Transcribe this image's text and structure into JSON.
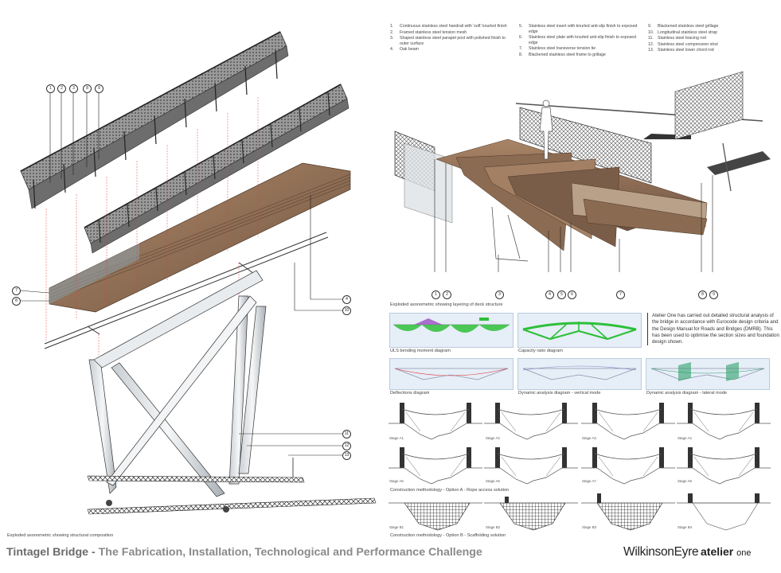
{
  "title": {
    "main": "Tintagel Bridge - ",
    "sub": "The Fabrication, Installation, Technological and Performance Challenge"
  },
  "logos": {
    "wilkinson": "WilkinsonEyre",
    "atelier": "atelier",
    "atelier_suffix": "one"
  },
  "left_panel": {
    "caption": "Exploded axonometric showing structural composition",
    "callouts": [
      "1",
      "2",
      "3",
      "8",
      "9",
      "7",
      "8",
      "4",
      "10",
      "11",
      "12",
      "13"
    ]
  },
  "legend": {
    "col1": [
      {
        "n": "1.",
        "t": "Continuous stainless steel handrail with 'soft' knurled finish"
      },
      {
        "n": "2.",
        "t": "Framed stainless steel tension mesh"
      },
      {
        "n": "3.",
        "t": "Shaped stainless steel parapet post with polished finish to outer surface"
      },
      {
        "n": "4.",
        "t": "Oak beam"
      }
    ],
    "col2": [
      {
        "n": "5.",
        "t": "Stainless steel insert with knurled anti-slip finish to exposed edge"
      },
      {
        "n": "6.",
        "t": "Stainless steel plate with knurled anti-slip finish to exposed edge"
      },
      {
        "n": "7.",
        "t": "Stainless steel transverse tension tie"
      },
      {
        "n": "8.",
        "t": "Blackened stainless steel frame to grillage"
      }
    ],
    "col3": [
      {
        "n": "9.",
        "t": "Blackened stainless steel grillage"
      },
      {
        "n": "10.",
        "t": "Longitudinal stainless steel strap"
      },
      {
        "n": "11.",
        "t": "Stainless steel bracing rod"
      },
      {
        "n": "12.",
        "t": "Stainless steel compression strut"
      },
      {
        "n": "13.",
        "t": "Stainless steel lower chord rod"
      }
    ]
  },
  "deck": {
    "caption": "Exploded axonometric showing layering of deck structure",
    "callouts": [
      "1",
      "2",
      "3",
      "4",
      "5",
      "6",
      "7",
      "8",
      "9"
    ]
  },
  "analysis": {
    "text": "Atelier One has carried out detailed structural analysis of the bridge in accordance with Eurocode design criteria and the Design Manual for Roads and Bridges (DMRB). This has been used to optimise the section sizes and foundation design shown.",
    "captions": {
      "uls": "ULS bending moment diagram",
      "capacity": "Capacity ratio diagram",
      "deflections": "Deflections diagram",
      "dyn_vertical": "Dynamic analysis diagram - vertical mode",
      "dyn_lateral": "Dynamic analysis diagram - lateral mode"
    }
  },
  "construction": {
    "caption_a": "Construction methodology - Option A - Rope access solution",
    "caption_b": "Construction methodology - Option B - Scaffolding solution",
    "stages_a": [
      "Stage A1",
      "Stage A2",
      "Stage A3",
      "Stage A4",
      "Stage A5",
      "Stage A6",
      "Stage A7",
      "Stage A8"
    ],
    "stages_b": [
      "Stage B1",
      "Stage B2",
      "Stage B3",
      "Stage B4"
    ]
  },
  "colors": {
    "accent_green": "#2fbf3a",
    "analysis_bg": "#e6eef8",
    "title_grey": "#777777",
    "oak": "#8a6a4f",
    "leader_red": "#e04040"
  }
}
